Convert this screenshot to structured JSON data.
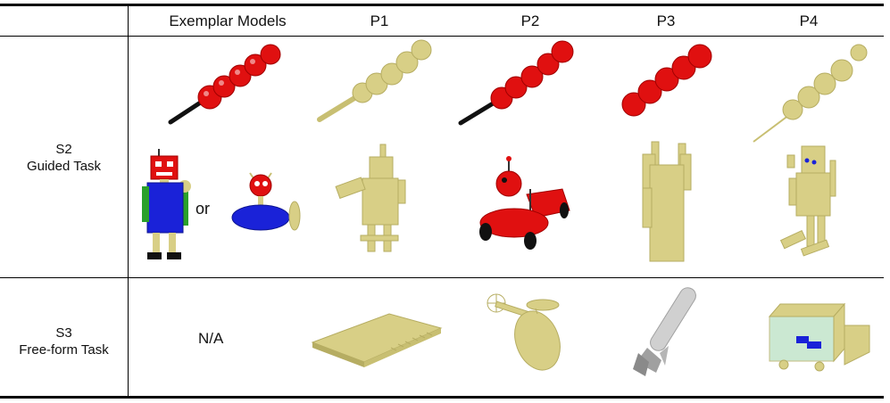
{
  "header": {
    "exemplar": "Exemplar Models",
    "participants": [
      "P1",
      "P2",
      "P3",
      "P4"
    ]
  },
  "rows": {
    "s2": {
      "id": "S2",
      "name": "Guided Task"
    },
    "s3": {
      "id": "S3",
      "name": "Free-form Task"
    }
  },
  "exemplar": {
    "or_text": "or",
    "na_text": "N/A"
  },
  "colors": {
    "rule": "#000000",
    "gold": "#d8cf86",
    "gold_dark": "#b6ad62",
    "red": "#e01010",
    "red_dark": "#a00000",
    "blue": "#1a22d8",
    "green": "#2aa02a",
    "gray": "#a0a0a0"
  }
}
